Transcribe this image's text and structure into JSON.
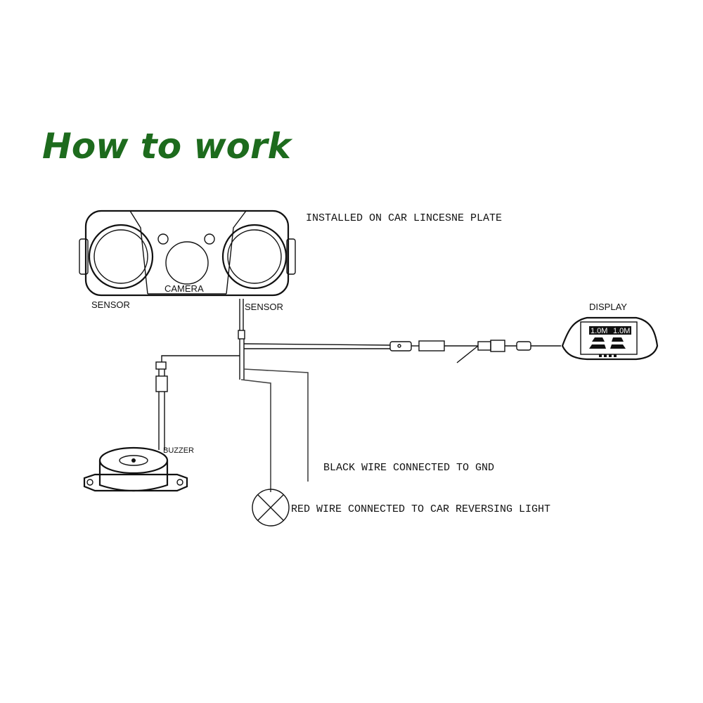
{
  "title": "How to work",
  "colors": {
    "title": "#1d6b1d",
    "line": "#111111",
    "background": "#ffffff"
  },
  "labels": {
    "installed": "INSTALLED ON CAR LINCESNE PLATE",
    "sensor_left": "SENSOR",
    "sensor_right": "SENSOR",
    "camera": "CAMERA",
    "display": "DISPLAY",
    "display_reading_left": "1.0M",
    "display_reading_right": "1.0M",
    "buzzer": "BUZZER",
    "black_wire": "BLACK WIRE CONNECTED TO GND",
    "red_wire": "RED WIRE CONNECTED TO CAR REVERSING LIGHT"
  }
}
